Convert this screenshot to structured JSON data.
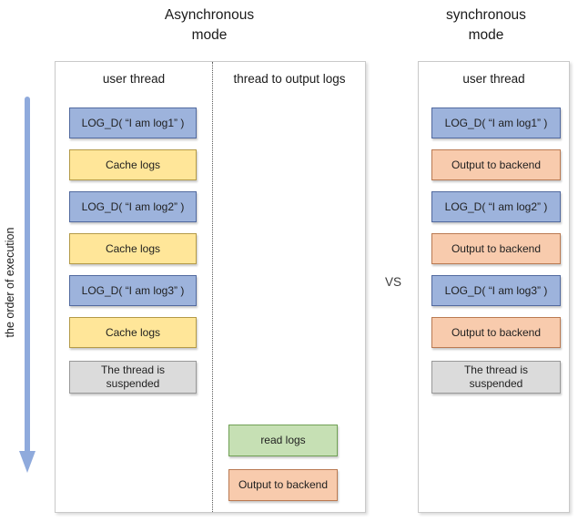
{
  "colors": {
    "blue_fill": "#9DB3DC",
    "blue_border": "#51699F",
    "yellow_fill": "#FFE699",
    "yellow_border": "#B49A47",
    "green_fill": "#C6E0B4",
    "green_border": "#70A055",
    "orange_fill": "#F8CBAD",
    "orange_border": "#BA7A52",
    "gray_fill": "#DBDBDB",
    "gray_border": "#999999",
    "panel_border": "#C9C9C9",
    "divider": "#595959",
    "arrow": "#8FAADC"
  },
  "execution_axis": {
    "label": "the order of execution"
  },
  "vs_label": "VS",
  "async_panel": {
    "title_line1": "Asynchronous",
    "title_line2": "mode",
    "user_thread": {
      "header": "user thread",
      "boxes": [
        {
          "label": "LOG_D( “I am log1” )",
          "type": "log"
        },
        {
          "label": "Cache logs",
          "type": "cache"
        },
        {
          "label": "LOG_D( “I am log2” )",
          "type": "log"
        },
        {
          "label": "Cache logs",
          "type": "cache"
        },
        {
          "label": "LOG_D( “I am log3” )",
          "type": "log"
        },
        {
          "label": "Cache logs",
          "type": "cache"
        },
        {
          "label": "The thread is suspended",
          "type": "suspended"
        }
      ]
    },
    "output_thread": {
      "header": "thread to output logs",
      "boxes": [
        {
          "label": "read logs",
          "type": "read"
        },
        {
          "label": "Output to backend",
          "type": "output"
        }
      ]
    }
  },
  "sync_panel": {
    "title_line1": "synchronous",
    "title_line2": "mode",
    "header": "user thread",
    "boxes": [
      {
        "label": "LOG_D( “I am log1” )",
        "type": "log"
      },
      {
        "label": "Output to backend",
        "type": "output"
      },
      {
        "label": "LOG_D( “I am log2” )",
        "type": "log"
      },
      {
        "label": "Output to backend",
        "type": "output"
      },
      {
        "label": "LOG_D( “I am log3” )",
        "type": "log"
      },
      {
        "label": "Output to backend",
        "type": "output"
      },
      {
        "label": "The thread is suspended",
        "type": "suspended"
      }
    ]
  }
}
